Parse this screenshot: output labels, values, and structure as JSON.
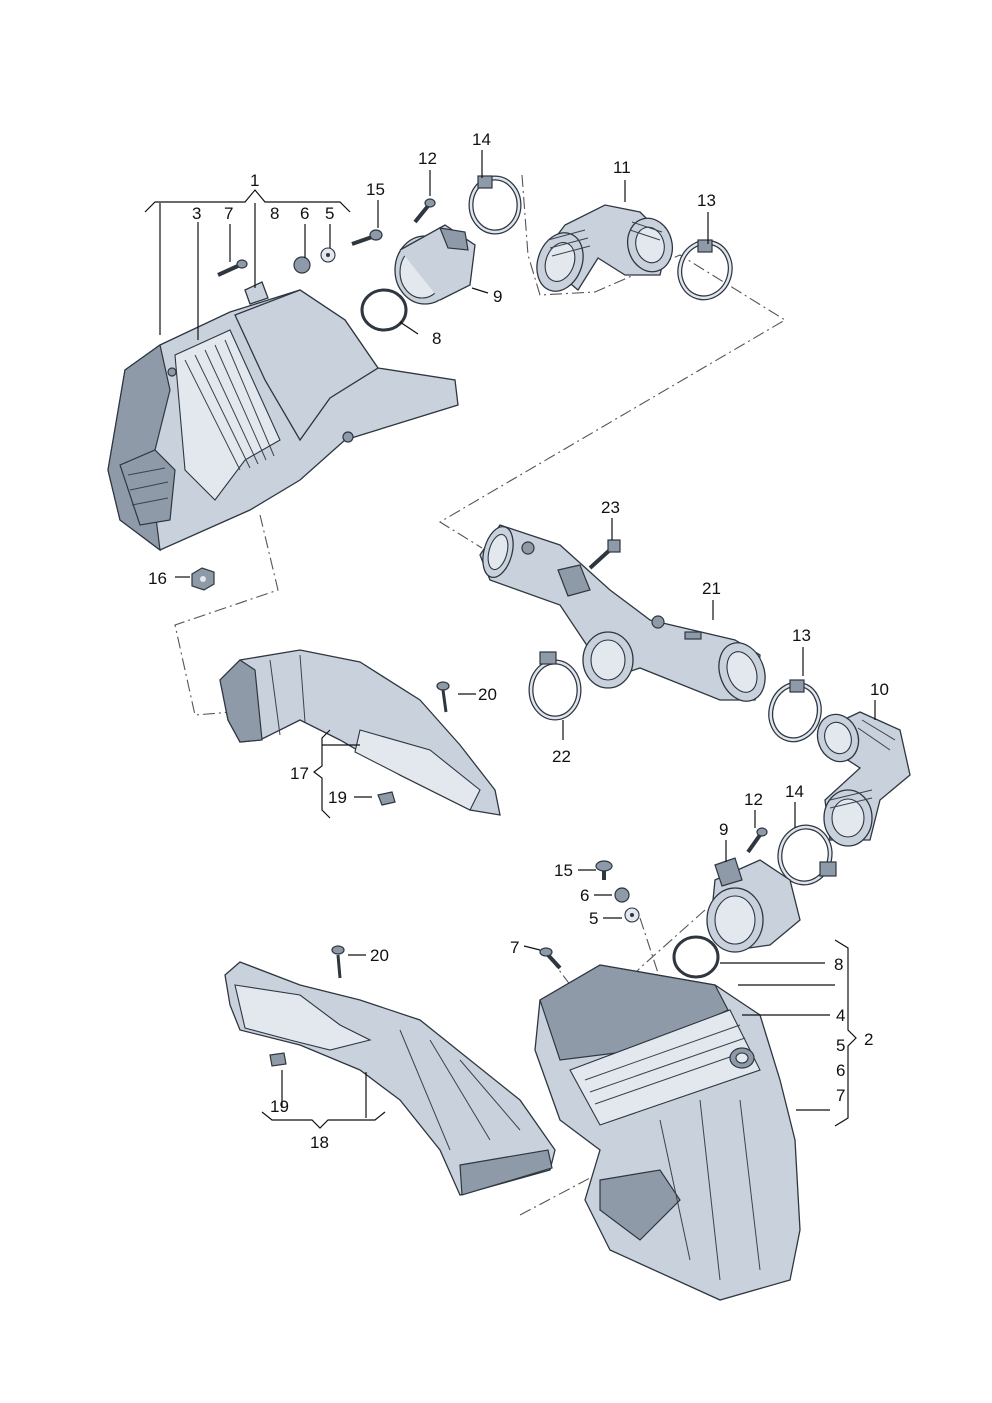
{
  "labels": {
    "l1": "1",
    "l3": "3",
    "l7a": "7",
    "l8a": "8",
    "l6a": "6",
    "l5a": "5",
    "l15a": "15",
    "l12a": "12",
    "l14a": "14",
    "l11": "11",
    "l13a": "13",
    "l9a": "9",
    "l8b": "8",
    "l16": "16",
    "l23": "23",
    "l21": "21",
    "l13b": "13",
    "l10": "10",
    "l20a": "20",
    "l22": "22",
    "l17": "17",
    "l19a": "19",
    "l12b": "12",
    "l14b": "14",
    "l9b": "9",
    "l15b": "15",
    "l6b": "6",
    "l5b": "5",
    "l7b": "7",
    "l20b": "20",
    "l8c": "8",
    "l4": "4",
    "l5c": "5",
    "l2": "2",
    "l6c": "6",
    "l7c": "7",
    "l19b": "19",
    "l18": "18"
  }
}
